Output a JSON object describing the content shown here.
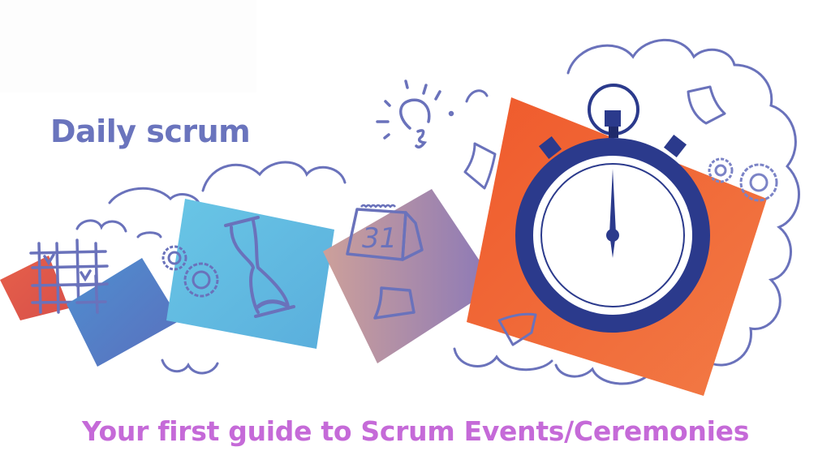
{
  "heading": {
    "title": "Daily scrum"
  },
  "caption": {
    "text": "Your first guide to Scrum Events/Ceremonies"
  },
  "illustration": {
    "calendar_day": "31",
    "icons": [
      "calendar-grid-icon",
      "gear-icon",
      "hourglass-icon",
      "desk-calendar-icon",
      "sticky-note-icon",
      "lightbulb-icon",
      "stopwatch-icon",
      "paper-icon"
    ],
    "colors": {
      "outline": "#6a72bb",
      "stopwatch": "#2b3a8c",
      "orange_card": "#f06a35",
      "red_card": "#e0584a",
      "blue_card": "#5b86c8",
      "cyan_card": "#62bde0",
      "mauve_card_start": "#c79c9e",
      "mauve_card_end": "#8c7ab8",
      "heading": "#6a74bd",
      "caption": "#c56ad8"
    }
  }
}
